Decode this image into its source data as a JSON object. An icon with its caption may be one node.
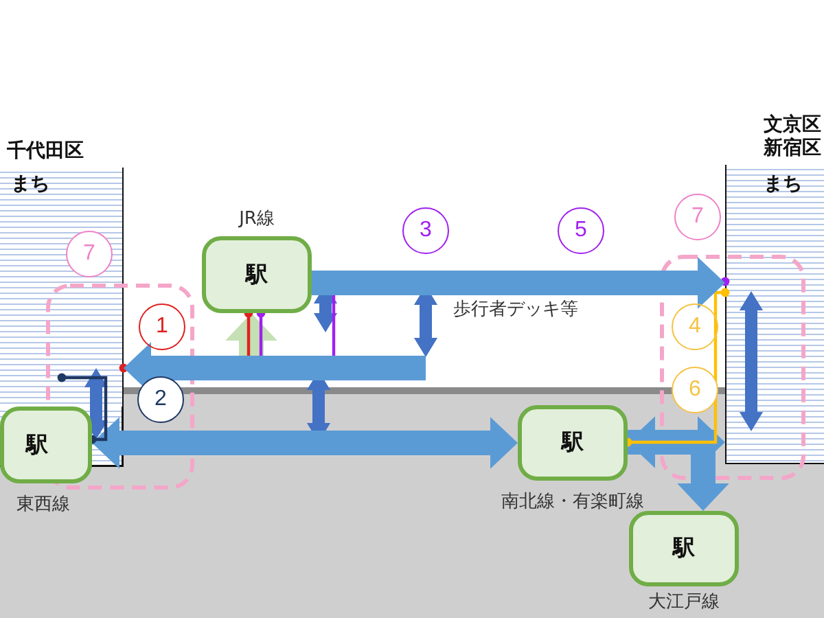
{
  "diagram": {
    "nodes": [
      {
        "text": [
          "千代田区",
          "まち"
        ]
      },
      {
        "text": [
          "文京区新宿区",
          "まち"
        ]
      },
      {
        "text": [
          "7"
        ],
        "in": 0
      },
      {
        "text": [
          "駅"
        ],
        "beside": [
          "JR線"
        ]
      },
      {
        "text": [
          "3"
        ]
      },
      {
        "text": [
          "5"
        ]
      },
      {
        "text": [
          "7"
        ]
      },
      {
        "text": [
          "1"
        ]
      },
      {
        "text": [
          "4"
        ]
      },
      {
        "text": [
          "2"
        ]
      },
      {
        "text": [
          "6"
        ]
      },
      {
        "text": [
          "駅"
        ],
        "beside": [
          "東西線"
        ]
      },
      {
        "text": [
          "駅"
        ],
        "beside": [
          "南北線・有楽町線"
        ]
      },
      {
        "text": [
          "駅"
        ],
        "beside": [
          "大江戸線"
        ]
      }
    ],
    "edges": [
      {
        "from": 11,
        "to": 12,
        "arrow": "both"
      },
      {
        "from": 12,
        "to": 13,
        "arrow": "to"
      },
      {
        "from": null,
        "to": 3,
        "arrow": "to",
        "color": "#c5e0b4"
      },
      {
        "from": 12,
        "to": 1,
        "arrow": "both"
      },
      {
        "from": 3,
        "to": 0,
        "arrow": "other",
        "color": "#e02020"
      },
      {
        "from": 3,
        "to": 1,
        "arrow": "other",
        "color": "#a020f0"
      },
      {
        "from": 11,
        "to": null,
        "arrow": "other",
        "color": "#1f3864"
      },
      {
        "from": 12,
        "to": 1,
        "arrow": "other",
        "color": "#ffc000"
      },
      {
        "from": 3,
        "to": 1,
        "arrow": "to",
        "label": "歩行者デッキ等"
      },
      {
        "from": null,
        "to": 0,
        "arrow": "to"
      }
    ]
  }
}
